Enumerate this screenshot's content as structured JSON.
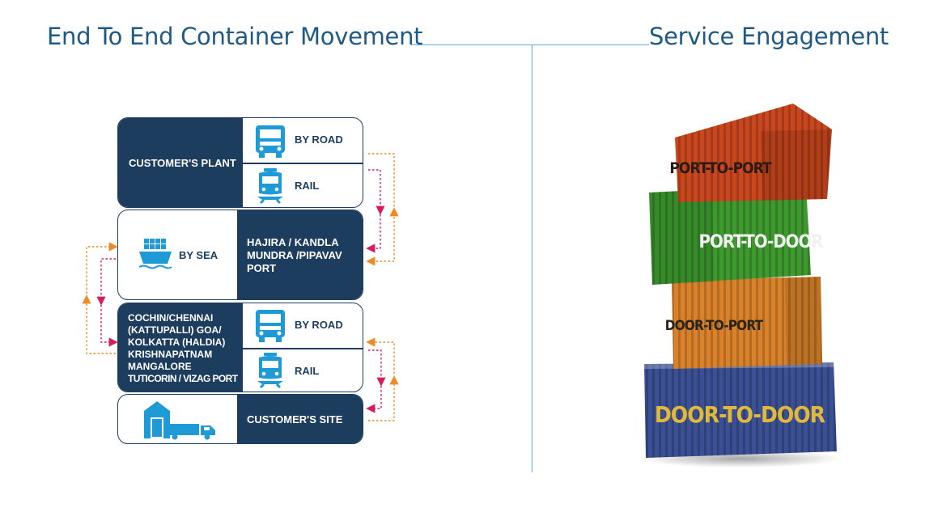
{
  "header": {
    "left_title": "End To End Container Movement",
    "right_title": "Service Engagement"
  },
  "flow": {
    "plant": {
      "label": "CUSTOMER'S PLANT",
      "road_label": "BY ROAD",
      "rail_label": "RAIL"
    },
    "sea": {
      "label": "BY SEA",
      "ports_line1": "HAJIRA / KANDLA",
      "ports_line2": "MUNDRA /PIPAVAV",
      "ports_line3": "PORT"
    },
    "destination_ports": {
      "lines": [
        "COCHIN/CHENNAI",
        "(KATTUPALLI) GOA/",
        "KOLKATTA (HALDIA)",
        "KRISHNAPATNAM",
        "MANGALORE",
        "TUTICORIN / VIZAG PORT"
      ],
      "road_label": "BY ROAD",
      "rail_label": "RAIL"
    },
    "site": {
      "label": "CUSTOMER'S SITE"
    }
  },
  "containers": [
    {
      "label": "PORT-TO-PORT",
      "color": "#c9471f"
    },
    {
      "label": "PORT-TO-DOOR",
      "color": "#3e9a2f"
    },
    {
      "label": "DOOR-TO-PORT",
      "color": "#d9822a"
    },
    {
      "label": "DOOR-TO-DOOR",
      "color": "#3b4f94"
    }
  ],
  "colors": {
    "navy": "#1d3d5f",
    "accent_blue": "#1f5a86",
    "icon_blue": "#1e9bd7",
    "arrow_orange": "#f08a24",
    "arrow_magenta": "#d81b60"
  }
}
